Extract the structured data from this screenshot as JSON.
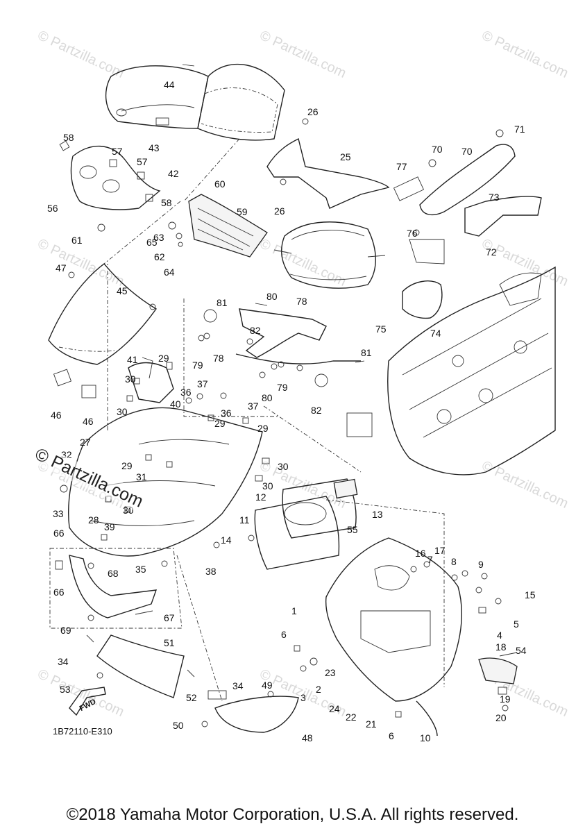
{
  "watermarks": {
    "site": "© Partzilla.com",
    "large": "© Partzilla.com"
  },
  "diagram": {
    "code": "1B72110-E310",
    "direction": "FWD",
    "copyright": "©2018 Yamaha Motor Corporation, U.S.A. All rights reserved."
  },
  "callouts": [
    "1",
    "2",
    "3",
    "4",
    "5",
    "6",
    "6",
    "7",
    "8",
    "9",
    "10",
    "11",
    "12",
    "13",
    "14",
    "15",
    "16",
    "17",
    "18",
    "19",
    "20",
    "21",
    "22",
    "23",
    "24",
    "25",
    "26",
    "26",
    "27",
    "28",
    "29",
    "29",
    "29",
    "29",
    "30",
    "30",
    "30",
    "30",
    "30",
    "31",
    "32",
    "33",
    "34",
    "34",
    "35",
    "36",
    "36",
    "37",
    "37",
    "38",
    "39",
    "40",
    "41",
    "42",
    "43",
    "44",
    "45",
    "46",
    "46",
    "47",
    "48",
    "49",
    "50",
    "51",
    "52",
    "53",
    "54",
    "55",
    "56",
    "57",
    "57",
    "58",
    "58",
    "59",
    "60",
    "61",
    "62",
    "63",
    "64",
    "65",
    "66",
    "66",
    "67",
    "68",
    "69",
    "70",
    "70",
    "71",
    "72",
    "73",
    "74",
    "75",
    "76",
    "77",
    "78",
    "78",
    "79",
    "79",
    "80",
    "80",
    "81",
    "81",
    "82",
    "82"
  ]
}
